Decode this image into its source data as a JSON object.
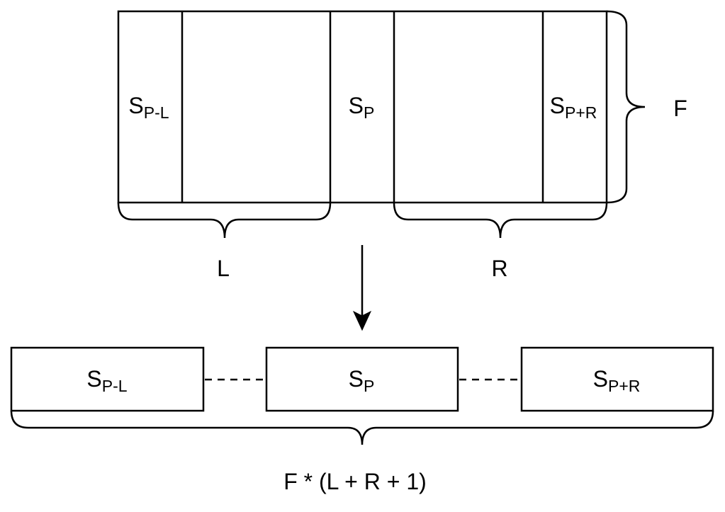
{
  "top": {
    "cells": [
      {
        "base": "S",
        "sub": "P-L"
      },
      {
        "base": "S",
        "sub": "P"
      },
      {
        "base": "S",
        "sub": "P+R"
      }
    ],
    "brace_labels": {
      "F": "F",
      "L": "L",
      "R": "R"
    }
  },
  "bottom": {
    "boxes": [
      {
        "base": "S",
        "sub": "P-L"
      },
      {
        "base": "S",
        "sub": "P"
      },
      {
        "base": "S",
        "sub": "P+R"
      }
    ],
    "brace_label": "F * (L + R + 1)"
  }
}
